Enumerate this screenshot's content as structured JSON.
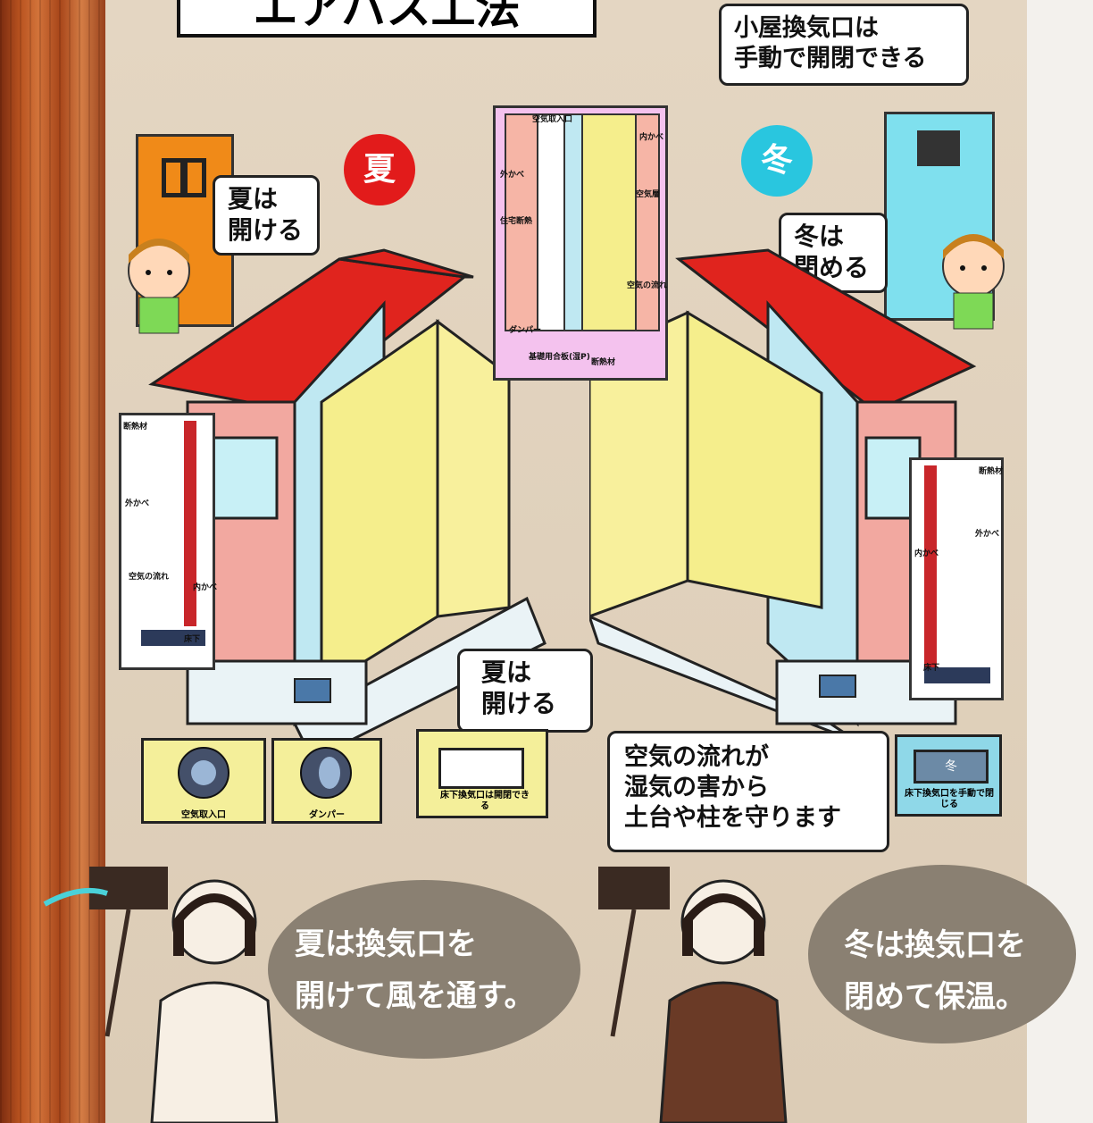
{
  "title": "エアパス工法",
  "seasons": {
    "summer": "夏",
    "winter": "冬"
  },
  "bubbles": {
    "attic_vent": "小屋換気口は\n手動で開閉できる",
    "summer_open_top": "夏は\n開ける",
    "winter_close": "冬は\n閉める",
    "summer_open_bottom": "夏は\n開ける",
    "air_flow": "空気の流れが\n湿気の害から\n土台や柱を守ります"
  },
  "center_labels": [
    "空気取入口",
    "外かべ",
    "住宅断熱",
    "ダンパー",
    "基礎用合板(湿P)",
    "断熱材",
    "内かべ",
    "空気層",
    "空気の流れ"
  ],
  "left_labels": [
    "断熱材",
    "外かべ",
    "内かべ",
    "空気の流れ",
    "床下"
  ],
  "right_labels": [
    "断熱材",
    "外かべ",
    "内かべ",
    "床下"
  ],
  "cards": {
    "intake": "空気取入口",
    "damper": "ダンパー",
    "floor_vent": "床下換気口は開閉できる",
    "winter_vent": "床下換気口を手動で閉じる",
    "winter_vent_mark": "冬"
  },
  "ovals": {
    "summer": "夏は換気口を\n開けて風を通す。",
    "winter": "冬は換気口を\n閉めて保温。"
  },
  "colors": {
    "summer": "#e21b1b",
    "winter": "#29c6df",
    "roof": "#e0241e",
    "wall": "#f2a8a0",
    "panel": "#f5ee8c"
  }
}
